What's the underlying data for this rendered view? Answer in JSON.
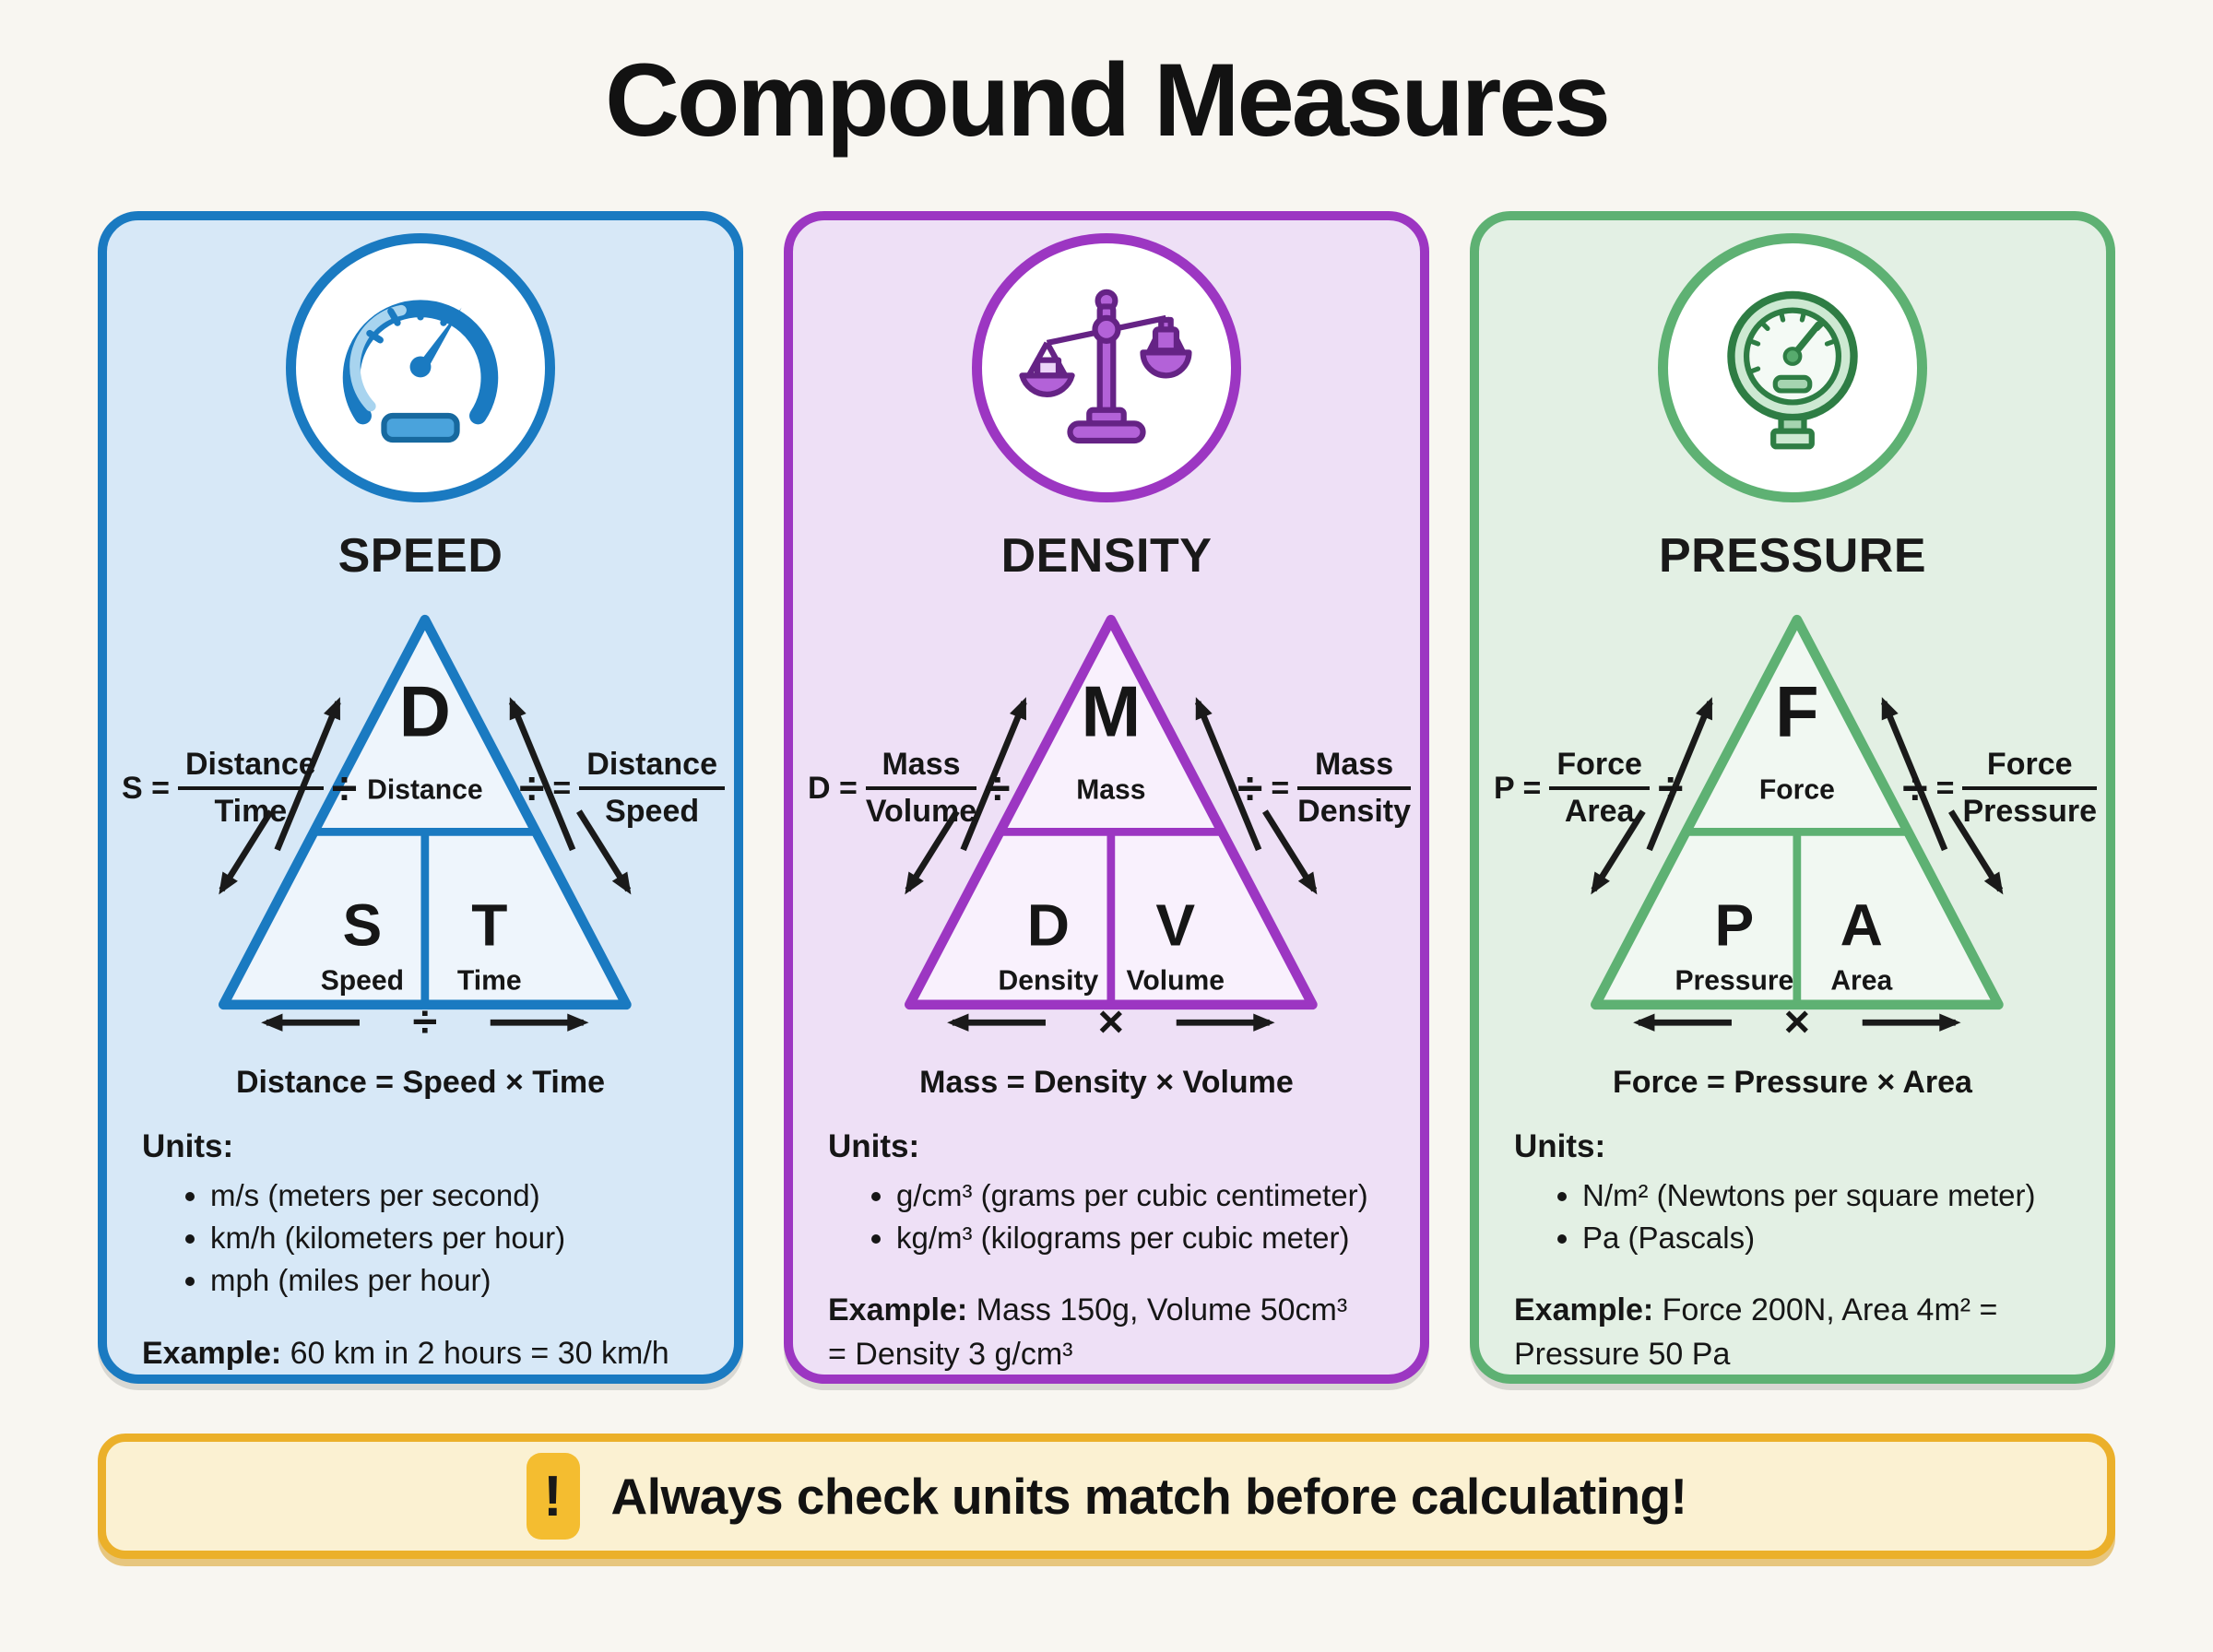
{
  "page": {
    "title": "Compound Measures",
    "background": "#f8f6f1"
  },
  "cards": [
    {
      "title": "SPEED",
      "icon": "speedometer-icon",
      "colors": {
        "accent": "#1a7ac1",
        "background": "#d7e8f7"
      },
      "triangle": {
        "top_letter": "D",
        "top_word": "Distance",
        "bl_letter": "S",
        "bl_word": "Speed",
        "br_letter": "T",
        "br_word": "Time"
      },
      "left_formula": {
        "lhs": "S =",
        "num": "Distance",
        "den": "Time",
        "op": "÷"
      },
      "right_formula": {
        "op": "÷",
        "eq": "=",
        "num": "Distance",
        "den": "Speed"
      },
      "bottom_op": "÷",
      "product_formula": "Distance = Speed × Time",
      "units_label": "Units:",
      "units": [
        "m/s (meters per second)",
        "km/h (kilometers per hour)",
        "mph (miles per hour)"
      ],
      "example_label": "Example:",
      "example_line1": "60 km in 2 hours = 30 km/h",
      "example_line2": ""
    },
    {
      "title": "DENSITY",
      "icon": "balance-scale-icon",
      "colors": {
        "accent": "#9c36c2",
        "background": "#eee0f6"
      },
      "triangle": {
        "top_letter": "M",
        "top_word": "Mass",
        "bl_letter": "D",
        "bl_word": "Density",
        "br_letter": "V",
        "br_word": "Volume"
      },
      "left_formula": {
        "lhs": "D =",
        "num": "Mass",
        "den": "Volume",
        "op": "÷"
      },
      "right_formula": {
        "op": "÷",
        "eq": "=",
        "num": "Mass",
        "den": "Density"
      },
      "bottom_op": "×",
      "product_formula": "Mass = Density × Volume",
      "units_label": "Units:",
      "units": [
        "g/cm³ (grams per cubic centimeter)",
        "kg/m³ (kilograms per cubic meter)"
      ],
      "example_label": "Example:",
      "example_line1": "Mass 150g, Volume 50cm³",
      "example_line2": "= Density 3 g/cm³"
    },
    {
      "title": "PRESSURE",
      "icon": "pressure-gauge-icon",
      "colors": {
        "accent": "#5eb173",
        "background": "#e3f0e4"
      },
      "triangle": {
        "top_letter": "F",
        "top_word": "Force",
        "bl_letter": "P",
        "bl_word": "Pressure",
        "br_letter": "A",
        "br_word": "Area"
      },
      "left_formula": {
        "lhs": "P =",
        "num": "Force",
        "den": "Area",
        "op": "÷"
      },
      "right_formula": {
        "op": "÷",
        "eq": "=",
        "num": "Force",
        "den": "Pressure"
      },
      "bottom_op": "×",
      "product_formula": "Force = Pressure × Area",
      "units_label": "Units:",
      "units": [
        "N/m² (Newtons per square meter)",
        "Pa (Pascals)"
      ],
      "example_label": "Example:",
      "example_line1": "Force 200N, Area 4m² =",
      "example_line2": "Pressure 50 Pa"
    }
  ],
  "banner": {
    "icon_glyph": "!",
    "text": "Always check units match before calculating!",
    "background": "#fbf1d2",
    "border": "#ebb02a",
    "badge": "#f4bd30"
  }
}
